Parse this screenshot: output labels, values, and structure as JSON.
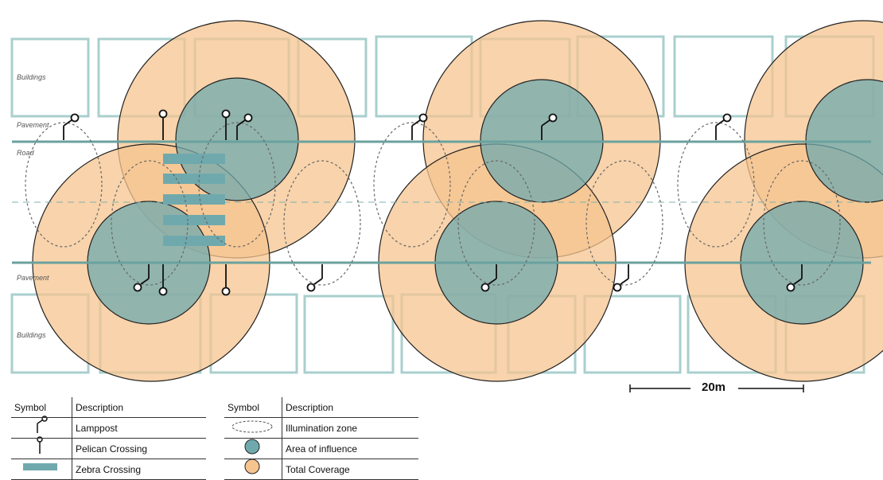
{
  "labels": {
    "buildings_top": "Buildings",
    "pavement_top": "Pavement",
    "road": "Road",
    "pavement_bottom": "Pavement",
    "buildings_bottom": "Buildings"
  },
  "scale": {
    "label": "20m"
  },
  "legend_left": {
    "header_symbol": "Symbol",
    "header_description": "Description",
    "rows": [
      {
        "icon": "lamppost-icon",
        "description": "Lamppost"
      },
      {
        "icon": "pelican-crossing-icon",
        "description": "Pelican Crossing"
      },
      {
        "icon": "zebra-crossing-icon",
        "description": "Zebra Crossing"
      }
    ]
  },
  "legend_right": {
    "header_symbol": "Symbol",
    "header_description": "Description",
    "rows": [
      {
        "icon": "illumination-zone-icon",
        "description": "Illumination zone"
      },
      {
        "icon": "area-of-influence-icon",
        "description": "Area of influence"
      },
      {
        "icon": "total-coverage-icon",
        "description": "Total Coverage"
      }
    ]
  },
  "colors": {
    "building_outline": "#a9cfcd",
    "road_edge": "#6aa29f",
    "total_coverage": "#f6c48f",
    "area_of_influence": "#6fa9ad",
    "zebra": "#6fa9ad"
  }
}
